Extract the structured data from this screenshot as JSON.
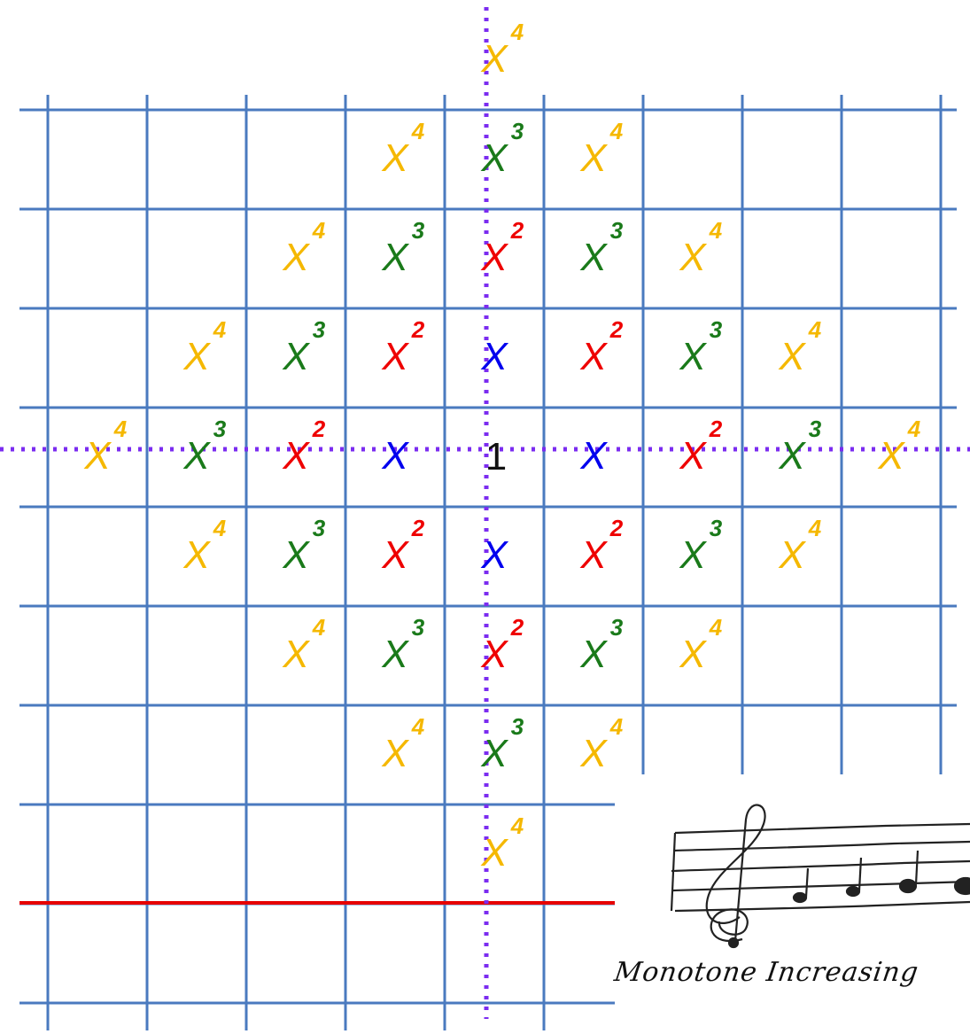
{
  "diagram": {
    "center_label": "1",
    "variable_letter": "X",
    "colors": {
      "grid": "#4a7abf",
      "axis": "#7b2cf0",
      "baseline": "#e60000",
      "power_1": "#0000ee",
      "power_2": "#ee0000",
      "power_3": "#1a7a1a",
      "power_4": "#f5b800"
    },
    "terms": [
      {
        "col": 0,
        "row": -4,
        "power": 4
      },
      {
        "col": -1,
        "row": -3,
        "power": 4
      },
      {
        "col": 0,
        "row": -3,
        "power": 3
      },
      {
        "col": 1,
        "row": -3,
        "power": 4
      },
      {
        "col": -2,
        "row": -2,
        "power": 4
      },
      {
        "col": -1,
        "row": -2,
        "power": 3
      },
      {
        "col": 0,
        "row": -2,
        "power": 2
      },
      {
        "col": 1,
        "row": -2,
        "power": 3
      },
      {
        "col": 2,
        "row": -2,
        "power": 4
      },
      {
        "col": -3,
        "row": -1,
        "power": 4
      },
      {
        "col": -2,
        "row": -1,
        "power": 3
      },
      {
        "col": -1,
        "row": -1,
        "power": 2
      },
      {
        "col": 0,
        "row": -1,
        "power": 1
      },
      {
        "col": 1,
        "row": -1,
        "power": 2
      },
      {
        "col": 2,
        "row": -1,
        "power": 3
      },
      {
        "col": 3,
        "row": -1,
        "power": 4
      },
      {
        "col": -4,
        "row": 0,
        "power": 4
      },
      {
        "col": -3,
        "row": 0,
        "power": 3
      },
      {
        "col": -2,
        "row": 0,
        "power": 2
      },
      {
        "col": -1,
        "row": 0,
        "power": 1
      },
      {
        "col": 1,
        "row": 0,
        "power": 1
      },
      {
        "col": 2,
        "row": 0,
        "power": 2
      },
      {
        "col": 3,
        "row": 0,
        "power": 3
      },
      {
        "col": 4,
        "row": 0,
        "power": 4
      },
      {
        "col": -3,
        "row": 1,
        "power": 4
      },
      {
        "col": -2,
        "row": 1,
        "power": 3
      },
      {
        "col": -1,
        "row": 1,
        "power": 2
      },
      {
        "col": 0,
        "row": 1,
        "power": 1
      },
      {
        "col": 1,
        "row": 1,
        "power": 2
      },
      {
        "col": 2,
        "row": 1,
        "power": 3
      },
      {
        "col": 3,
        "row": 1,
        "power": 4
      },
      {
        "col": -2,
        "row": 2,
        "power": 4
      },
      {
        "col": -1,
        "row": 2,
        "power": 3
      },
      {
        "col": 0,
        "row": 2,
        "power": 2
      },
      {
        "col": 1,
        "row": 2,
        "power": 3
      },
      {
        "col": 2,
        "row": 2,
        "power": 4
      },
      {
        "col": -1,
        "row": 3,
        "power": 4
      },
      {
        "col": 0,
        "row": 3,
        "power": 3
      },
      {
        "col": 1,
        "row": 3,
        "power": 4
      },
      {
        "col": 0,
        "row": 4,
        "power": 4
      }
    ]
  },
  "logo": {
    "icon": "treble-clef-staff-icon",
    "caption": "Monotone Increasing"
  }
}
